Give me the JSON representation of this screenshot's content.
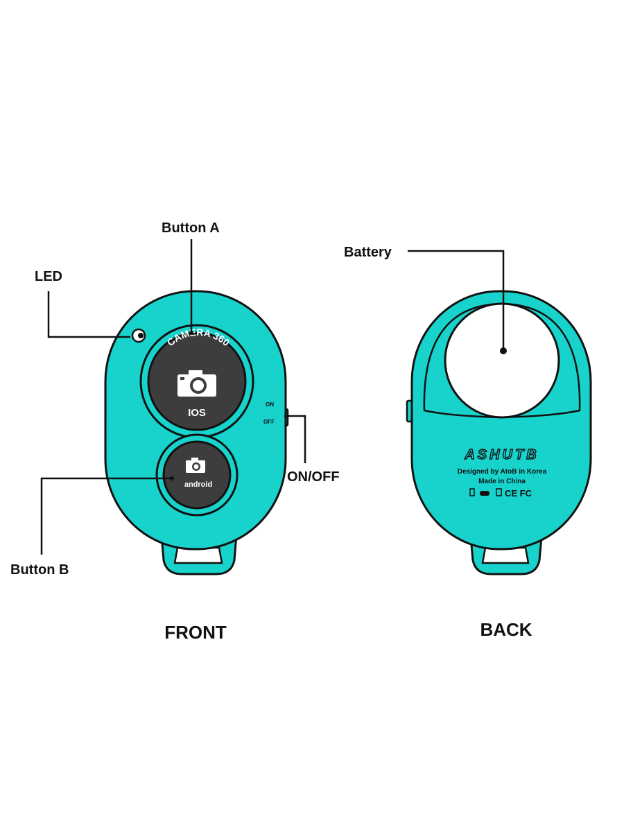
{
  "colors": {
    "body": "#18d2cc",
    "outline": "#111111",
    "button_face": "#3d3d3d",
    "battery_cover": "#ffffff"
  },
  "front": {
    "caption": "FRONT",
    "labels": {
      "button_a": "Button A",
      "led": "LED",
      "button_b": "Button B",
      "on_off": "ON/OFF"
    },
    "button_a": {
      "top_text": "CAMERA 360",
      "bottom_text": "IOS",
      "icon": "camera-icon"
    },
    "button_b": {
      "text": "android",
      "icon": "camera-icon"
    },
    "switch": {
      "on": "ON",
      "off": "OFF"
    }
  },
  "back": {
    "caption": "BACK",
    "labels": {
      "battery": "Battery"
    },
    "brand": "ASHUTB",
    "designed": "Designed by AtoB in Korea",
    "made": "Made in China",
    "certs": "CE FC"
  }
}
